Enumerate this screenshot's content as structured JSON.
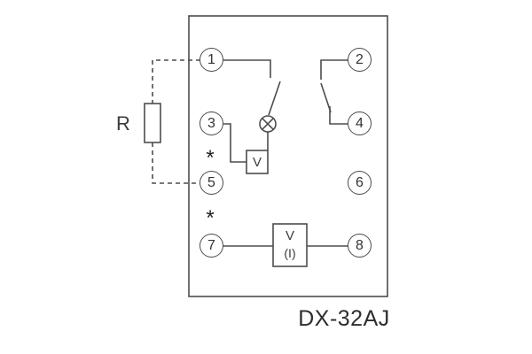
{
  "diagram": {
    "model_label": "DX-32AJ",
    "resistor_label": "R",
    "asterisks": [
      "*",
      "*"
    ],
    "terminals": [
      {
        "label": "1"
      },
      {
        "label": "2"
      },
      {
        "label": "3"
      },
      {
        "label": "4"
      },
      {
        "label": "5"
      },
      {
        "label": "6"
      },
      {
        "label": "7"
      },
      {
        "label": "8"
      }
    ],
    "voltage_box_label": "V",
    "meter_box": {
      "line1": "V",
      "line2": "(I)"
    },
    "colors": {
      "line": "#4d4d4d",
      "text": "#2e2e2e",
      "background": "#ffffff"
    }
  }
}
